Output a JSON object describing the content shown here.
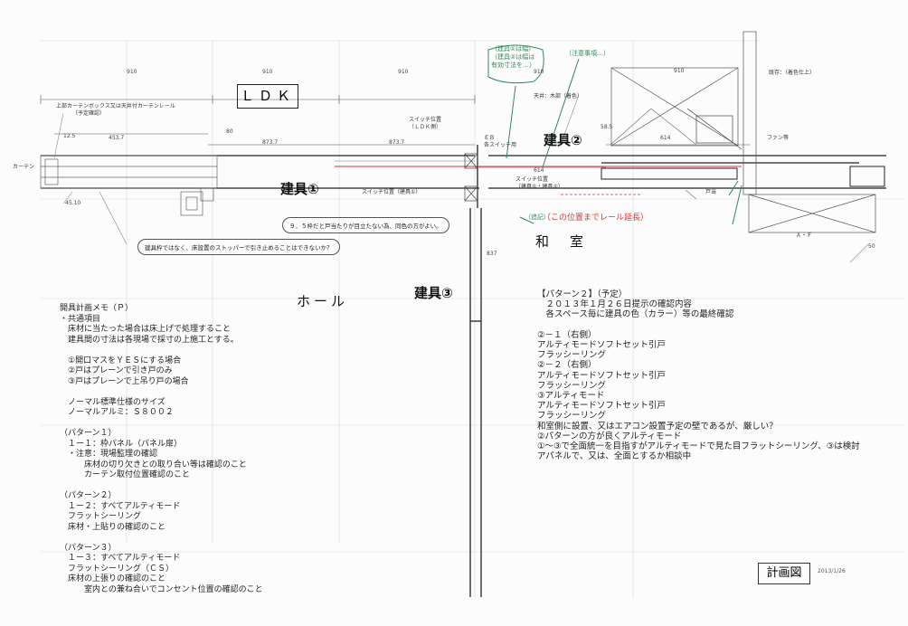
{
  "rooms": {
    "ldk": "ＬＤＫ",
    "hall": "ホール",
    "washitsu": "和　室"
  },
  "fixtures": {
    "f1": "建具①",
    "f2": "建具②",
    "f3": "建具③"
  },
  "sheet": {
    "title": "計画図",
    "date": "2013/1/26"
  },
  "dims": {
    "top": [
      "910",
      "910",
      "910",
      "910"
    ],
    "right_top": "910",
    "mid": [
      "873.7",
      "873.7"
    ],
    "left": [
      "453.7",
      "12.5",
      "45.10"
    ],
    "d614a": "614",
    "d614b": "614",
    "d58": "58.5",
    "d837": "837",
    "d50": "50",
    "d80": "80"
  },
  "small_labels": {
    "curtain_box": "上部カーテンボックス又は天井付カーテンレール",
    "curtain_box2": "（予定確認）",
    "curtain": "カーテン",
    "switch1": "スイッチ位置",
    "switch1b": "（ＬＤＫ側）",
    "switch2": "スイッチ位置",
    "switch2b": "（建具①・建具②）",
    "fan": "ファン等",
    "door_stop": "戸当",
    "ceiling": "天井：木部（着色）",
    "existing": "既存：（着色仕上）",
    "af": "Ａ・Ｆ",
    "eb": "ＥＢ",
    "s1": "各スイッチ用",
    "sw_hall": "スイッチ位置（建具①）"
  },
  "bubbles": {
    "b1": "９．５枠だと戸当たりが目立たない為、同色の方がよい。",
    "b2": "建具枠ではなく、床設置のストッパーで引き止めることはできないか？"
  },
  "annotations": {
    "green1": "（建具①は幅）\n（建具②は幅は\n有効寸法を…）",
    "green2": "（注意事項…）",
    "green3": "（追記）",
    "red": "（この位置までレール延長）"
  },
  "notes_left": [
    "開具計画メモ（Ｐ）",
    "・共通項目",
    "　床材に当たった場合は床上げで処理すること",
    "　建具間の寸法は各現場で採寸の上施工とする。",
    "",
    "　①開口マスをＹＥＳにする場合",
    "　②戸はプレーンで引き戸のみ",
    "　③戸はプレーンで上吊り戸の場合",
    "",
    "　ノーマル標準仕様のサイズ",
    "　ノーマルアルミ：Ｓ８００２",
    "",
    "（パターン１）",
    "　１ー１：枠パネル（パネル扉）",
    "　・注意：現場監理の確認",
    "　　　床材の切り欠きとの取り合い等は確認のこと",
    "　　　カーテン取付位置確認のこと",
    "",
    "（パターン２）",
    "　１ー２：すべてアルティモード",
    "　フラットシーリング",
    "　床材・上貼りの確認のこと",
    "",
    "（パターン３）",
    "　１ー３：すべてアルティモード",
    "　フラットシーリング（ＣＳ）",
    "　床材の上張りの確認のこと",
    "　　　室内との兼ね合いでコンセント位置の確認のこと"
  ],
  "notes_right": [
    "【パターン２】（予定）",
    "　２０１３年１月２６日提示の確認内容",
    "　各スペース毎に建具の色（カラー）等の最終確認",
    "",
    "②－１（右側）",
    "アルティモードソフトセット引戸",
    "フラッシーリング",
    "②－２（右側）",
    "アルティモードソフトセット引戸",
    "フラッシーリング",
    "③アルティモード",
    "アルティモードソフトセット引戸",
    "フラッシーリング",
    "和室側に設置、又はエアコン設置予定の壁であるが、厳しい？",
    "②パターンの方が良くアルティモード",
    "①～③で全面統一を目指すがアルティモードで見た目フラットシーリング、③は検討",
    "アパネルで、又は、全面とするか相談中"
  ]
}
